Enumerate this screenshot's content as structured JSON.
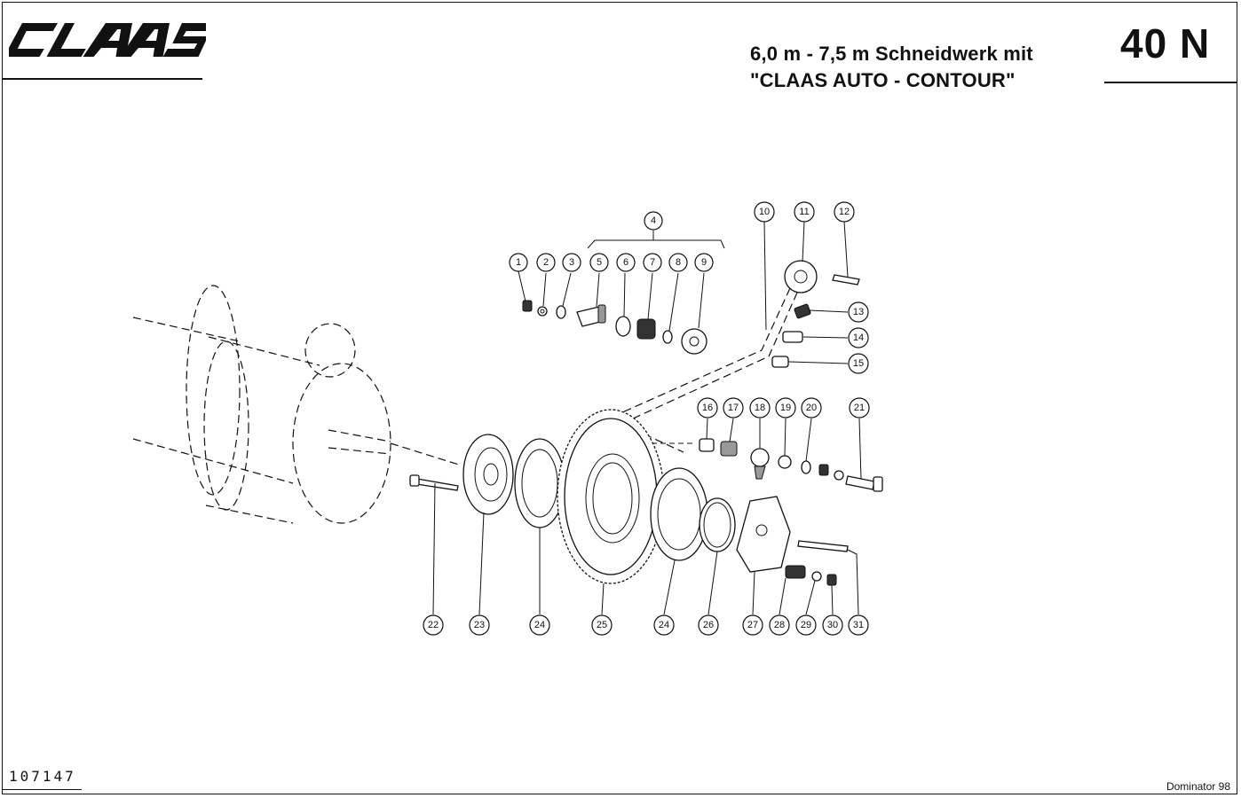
{
  "header": {
    "brand": "CLAAS",
    "title_line1": "6,0 m - 7,5 m Schneidwerk mit",
    "title_line2": "\"CLAAS AUTO - CONTOUR\"",
    "page_code": "40 N"
  },
  "footer": {
    "doc_number": "107147",
    "model": "Dominator 98"
  },
  "callouts": [
    "1",
    "2",
    "3",
    "4",
    "5",
    "6",
    "7",
    "8",
    "9",
    "10",
    "11",
    "12",
    "13",
    "14",
    "15",
    "16",
    "17",
    "18",
    "19",
    "20",
    "21",
    "22",
    "23",
    "24",
    "25",
    "24",
    "26",
    "27",
    "28",
    "29",
    "30",
    "31"
  ]
}
